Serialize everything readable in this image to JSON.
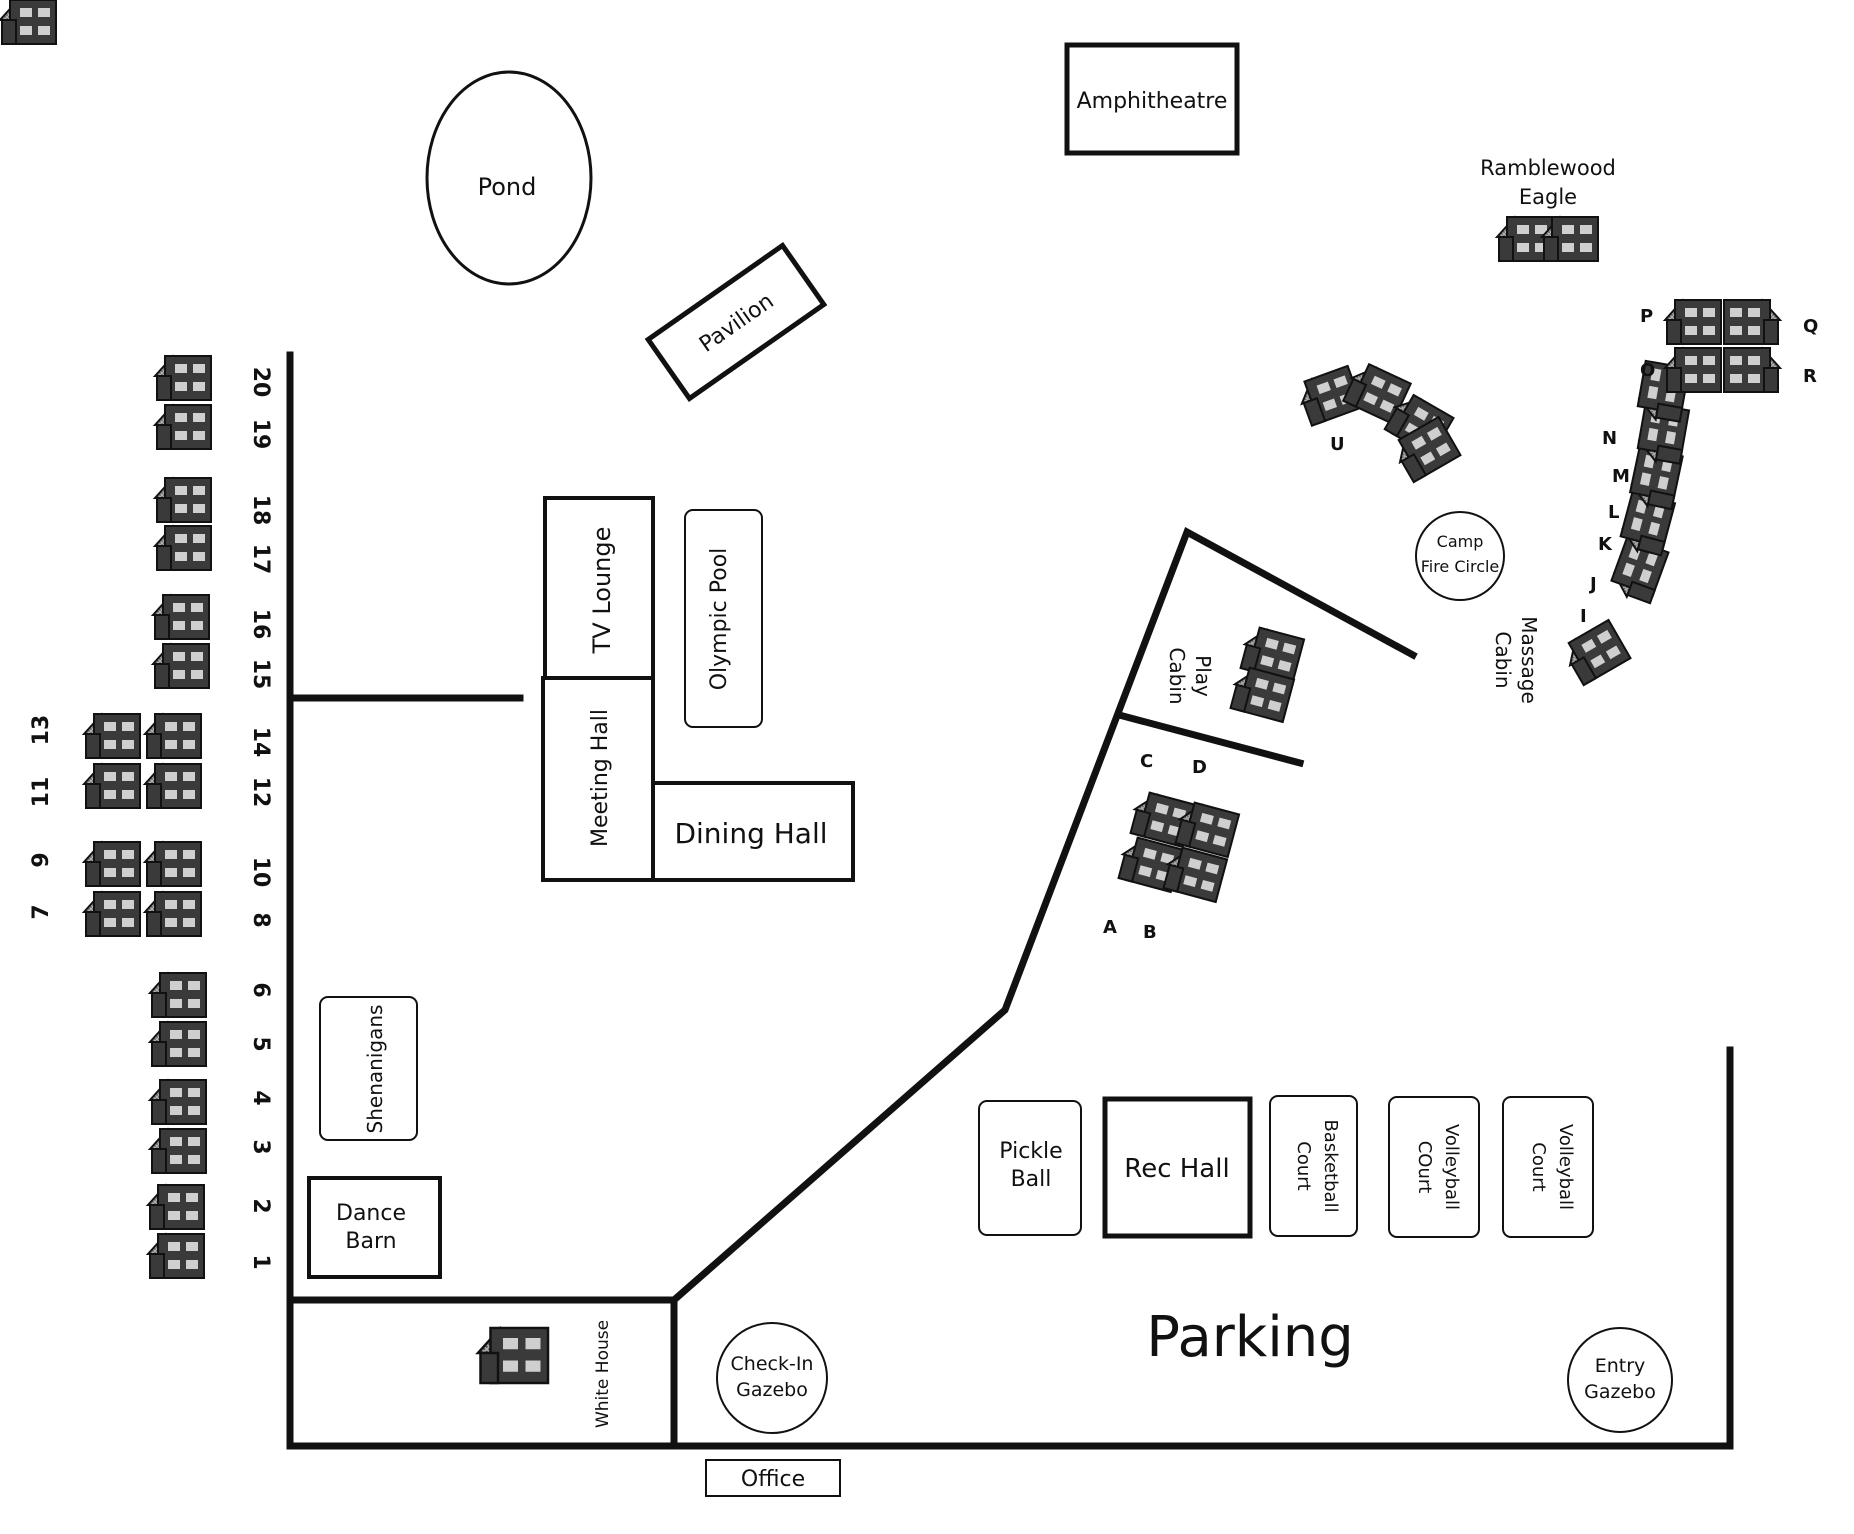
{
  "labels": {
    "amphitheatre": "Amphitheatre",
    "pond": "Pond",
    "pavilion": "Pavilion",
    "tv_lounge": "TV Lounge",
    "olympic_pool": "Olympic Pool",
    "meeting_hall": "Meeting Hall",
    "dining_hall": "Dining Hall",
    "shenanigans": "Shenanigans",
    "dance_barn_1": "Dance",
    "dance_barn_2": "Barn",
    "white_house": "White House",
    "check_in_1": "Check-In",
    "check_in_2": "Gazebo",
    "office": "Office",
    "parking": "Parking",
    "entry_1": "Entry",
    "entry_2": "Gazebo",
    "pickle_1": "Pickle",
    "pickle_2": "Ball",
    "rec_hall": "Rec Hall",
    "basketball_1": "Basketball",
    "basketball_2": "Court",
    "volleyball1_1": "Volleyball",
    "volleyball1_2": "COurt",
    "volleyball2_1": "Volleyball",
    "volleyball2_2": "Court",
    "play_cabin_1": "Play",
    "play_cabin_2": "Cabin",
    "camp_fire_1": "Camp",
    "camp_fire_2": "Fire Circle",
    "massage_1": "Massage",
    "massage_2": "Cabin",
    "ramblewood_1": "Ramblewood",
    "ramblewood_2": "Eagle"
  },
  "cabin_numbers": [
    "1",
    "2",
    "3",
    "4",
    "5",
    "6",
    "7",
    "8",
    "9",
    "10",
    "11",
    "12",
    "13",
    "14",
    "15",
    "16",
    "17",
    "18",
    "19",
    "20"
  ],
  "cabin_letters": [
    "A",
    "B",
    "C",
    "D",
    "I",
    "J",
    "K",
    "L",
    "M",
    "N",
    "O",
    "P",
    "Q",
    "R",
    "U"
  ],
  "colors": {
    "ink": "#111111",
    "paper": "#ffffff",
    "roof": "#9a9a9a",
    "wall": "#3a3a3a"
  },
  "icons": [
    "cabin-icon"
  ]
}
